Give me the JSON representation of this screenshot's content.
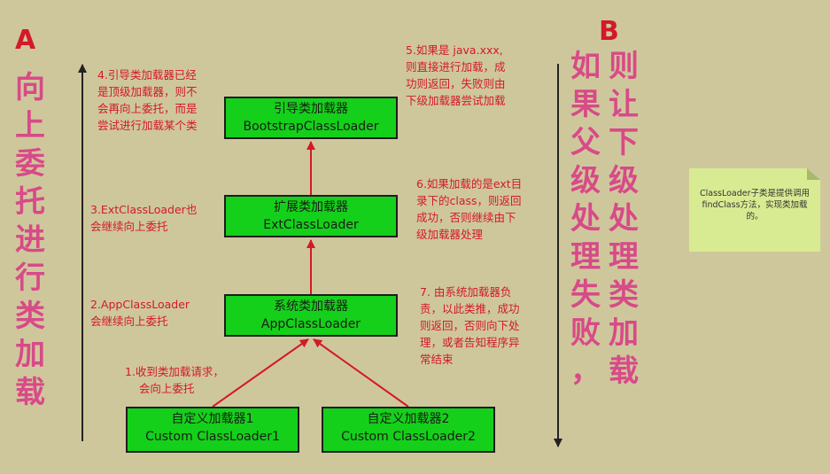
{
  "labels": {
    "a": "A",
    "b": "B"
  },
  "side_a_text": [
    "向",
    "上",
    "委",
    "托",
    "进",
    "行",
    "类",
    "加",
    "载"
  ],
  "side_b_col1": [
    "如",
    "果",
    "父",
    "级",
    "处",
    "理",
    "失",
    "败",
    "，"
  ],
  "side_b_col2": [
    "则",
    "让",
    "下",
    "级",
    "处",
    "理",
    "类",
    "加",
    "载"
  ],
  "boxes": {
    "bootstrap": {
      "cn": "引导类加载器",
      "en": "BootstrapClassLoader"
    },
    "ext": {
      "cn": "扩展类加载器",
      "en": "ExtClassLoader"
    },
    "app": {
      "cn": "系统类加载器",
      "en": "AppClassLoader"
    },
    "custom1": {
      "cn": "自定义加载器1",
      "en": "Custom ClassLoader1"
    },
    "custom2": {
      "cn": "自定义加载器2",
      "en": "Custom ClassLoader2"
    }
  },
  "notes": {
    "n1": "1.收到类加载请求，\n    会向上委托",
    "n2": "2.AppClassLoader\n会继续向上委托",
    "n3": "3.ExtClassLoader也\n会继续向上委托",
    "n4": "4.引导类加载器已经\n是顶级加载器，则不\n会再向上委托，而是\n尝试进行加载某个类",
    "n5": "5.如果是 java.xxx,\n则直接进行加载，成\n功则返回，失败则由\n下级加载器尝试加载",
    "n6": "6.如果加载的是ext目\n录下的class，则返回\n成功，否则继续由下\n级加载器处理",
    "n7": "7. 由系统加载器负\n责，以此类推，成功\n则返回，否则向下处\n理，或者告知程序异\n常结束"
  },
  "sticky_note": "ClassLoader子类是提供调用findClass方法，实现类加载的。",
  "colors": {
    "background": "#cfc79c",
    "box": "#15d01a",
    "red": "#d3192a",
    "pink": "#d84a88"
  }
}
